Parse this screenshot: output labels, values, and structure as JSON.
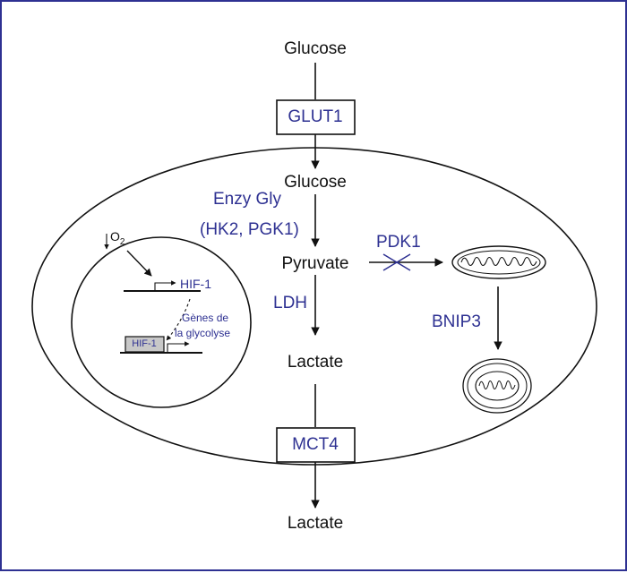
{
  "extracellular": {
    "glucose_top": "Glucose",
    "transporter_in": "GLUT1",
    "transporter_out": "MCT4",
    "lactate_out": "Lactate"
  },
  "cytoplasm": {
    "glucose": "Glucose",
    "enzymes_line1": "Enzy Gly",
    "enzymes_line2": "(HK2, PGK1)",
    "pyruvate": "Pyruvate",
    "ldh": "LDH",
    "lactate": "Lactate",
    "pdk1": "PDK1",
    "bnip3": "BNIP3"
  },
  "nucleus": {
    "oxygen": "O",
    "oxygen_subscript": "2",
    "hif1_label": "HIF-1",
    "genes_line1": "Gènes de",
    "genes_line2": "la glycolyse",
    "hif1_box": "HIF-1"
  },
  "colors": {
    "border": "#2e3192",
    "blue_text": "#2e3192",
    "black_text": "#111111",
    "hif_box_fill": "#c8c8c8"
  }
}
